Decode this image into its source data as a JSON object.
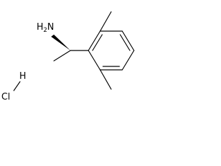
{
  "molecule": {
    "amine_label": "H",
    "amine_subscript": "2",
    "amine_atom": "N",
    "salt_h_label": "H",
    "salt_cl_label": "Cl"
  },
  "colors": {
    "stroke": "#000000",
    "background": "#ffffff"
  }
}
